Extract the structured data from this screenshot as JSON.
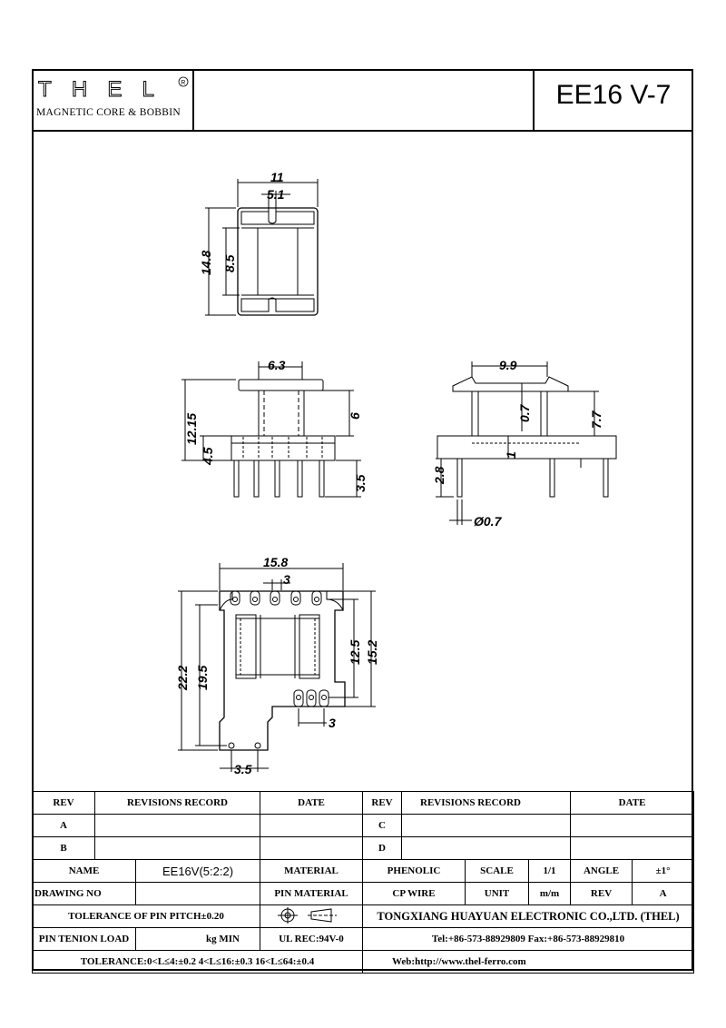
{
  "logo": {
    "wordmark": "THEL",
    "registered": "®",
    "subtitle": "MAGNETIC CORE & BOBBIN"
  },
  "part_title": "EE16 V-7",
  "dimensions": {
    "top_view": [
      "11",
      "5.1",
      "14.8",
      "8.5"
    ],
    "front_view": [
      "6.3",
      "12.15",
      "4.5",
      "6",
      "3.5"
    ],
    "side_view": [
      "9.9",
      "0.7",
      "7.7",
      "1",
      "2.8",
      "Ø0.7"
    ],
    "bottom_view": [
      "15.8",
      "3",
      "22.2",
      "19.5",
      "12.5",
      "15.2",
      "3",
      "3.5"
    ]
  },
  "title_block": {
    "rev_header": "REV",
    "revisions_header": "REVISIONS RECORD",
    "date_header": "DATE",
    "rev_a": "A",
    "rev_b": "B",
    "rev_c": "C",
    "rev_d": "D",
    "name_label": "NAME",
    "name_value": "EE16V(5:2:2)",
    "material_label": "MATERIAL",
    "material_value": "PHENOLIC",
    "scale_label": "SCALE",
    "scale_value": "1/1",
    "angle_label": "ANGLE",
    "angle_value": "±1°",
    "drawing_no_label": "DRAWING NO",
    "pin_material_label": "PIN MATERIAL",
    "pin_material_value": "CP WIRE",
    "unit_label": "UNIT",
    "unit_value": "m/m",
    "rev_label": "REV",
    "rev_value": "A",
    "tolerance_pitch": "TOLERANCE OF PIN PITCH±0.20",
    "company": "TONGXIANG HUAYUAN ELECTRONIC CO.,LTD. (THEL)",
    "pin_tension_label": "PIN TENION LOAD",
    "pin_tension_unit": "kg MIN",
    "ul_rec": "UL REC:94V-0",
    "tel_fax": "Tel:+86-573-88929809 Fax:+86-573-88929810",
    "tolerance_general": "TOLERANCE:0<L≤4:±0.2  4<L≤16:±0.3  16<L≤64:±0.4",
    "web": "Web:http://www.thel-ferro.com"
  }
}
